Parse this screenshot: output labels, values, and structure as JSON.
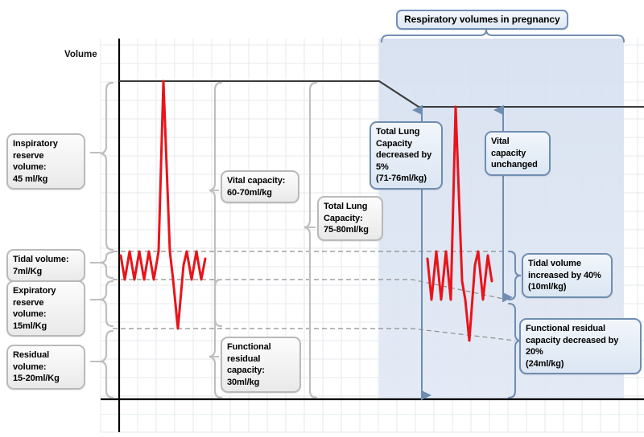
{
  "figure": {
    "title": "Respiratory volumes in pregnancy",
    "y_axis_label": "Volume",
    "colors": {
      "waveform": "#e8141b",
      "grid": "#e2e6ec",
      "axis": "#000000",
      "grey_callout_border": "#b9b9b9",
      "blue_callout_border": "#6f8db1",
      "shaded_region": "#dbe3f0",
      "dashed_guide": "#8d8d8d",
      "blue_connector": "#6f8db1"
    }
  },
  "left_labels": [
    {
      "id": "irv",
      "text": "Inspiratory\nreserve volume:\n45 ml/kg"
    },
    {
      "id": "tv",
      "text": "Tidal volume:\n7ml/Kg"
    },
    {
      "id": "erv",
      "text": "Expiratory\nreserve volume:\n15ml/Kg"
    },
    {
      "id": "rv",
      "text": "Residual volume:\n15-20ml/Kg"
    }
  ],
  "mid_labels": [
    {
      "id": "vc",
      "text": "Vital capacity:\n60-70ml/kg"
    },
    {
      "id": "frc",
      "text": "Functional\nresidual capacity:\n30ml/kg"
    },
    {
      "id": "tlc",
      "text": "Total Lung\nCapacity:\n75-80ml/kg"
    }
  ],
  "pregnancy_labels": [
    {
      "id": "tlc_preg",
      "text": "Total Lung\nCapacity\ndecreased by 5%\n(71-76ml/kg)"
    },
    {
      "id": "vc_preg",
      "text": "Vital capacity\nunchanged"
    },
    {
      "id": "tv_preg",
      "text": "Tidal volume\nincreased by 40%\n(10ml/kg)"
    },
    {
      "id": "frc_preg",
      "text": "Functional  residual\ncapacity decreased by 20%\n(24ml/kg)"
    }
  ],
  "chart_data": {
    "type": "line",
    "title": "Respiratory volumes in pregnancy",
    "ylabel": "Volume",
    "xlabel": "",
    "grid": true,
    "legend": "none",
    "annotations": [
      "Inspiratory reserve volume: 45 ml/kg",
      "Tidal volume: 7ml/Kg",
      "Expiratory reserve volume: 15ml/Kg",
      "Residual volume: 15-20ml/Kg",
      "Vital capacity: 60-70ml/kg",
      "Functional residual capacity: 30ml/kg",
      "Total Lung Capacity: 75-80ml/kg",
      "Total Lung Capacity decreased by 5% (71-76ml/kg)",
      "Vital capacity unchanged",
      "Tidal volume increased by 40% (10ml/kg)",
      "Functional residual capacity decreased by 20% (24ml/kg)"
    ],
    "series": [
      {
        "name": "Non-pregnant spirogram",
        "levels_ml_per_kg": {
          "total_lung_capacity": 77.5,
          "vital_capacity": 65,
          "inspiratory_reserve_volume": 45,
          "tidal_volume": 7,
          "expiratory_reserve_volume": 15,
          "residual_volume": 17.5,
          "functional_residual_capacity": 30
        }
      },
      {
        "name": "Pregnant spirogram",
        "levels_ml_per_kg": {
          "total_lung_capacity": 73.5,
          "vital_capacity": 65,
          "tidal_volume": 10,
          "functional_residual_capacity": 24
        }
      }
    ]
  }
}
